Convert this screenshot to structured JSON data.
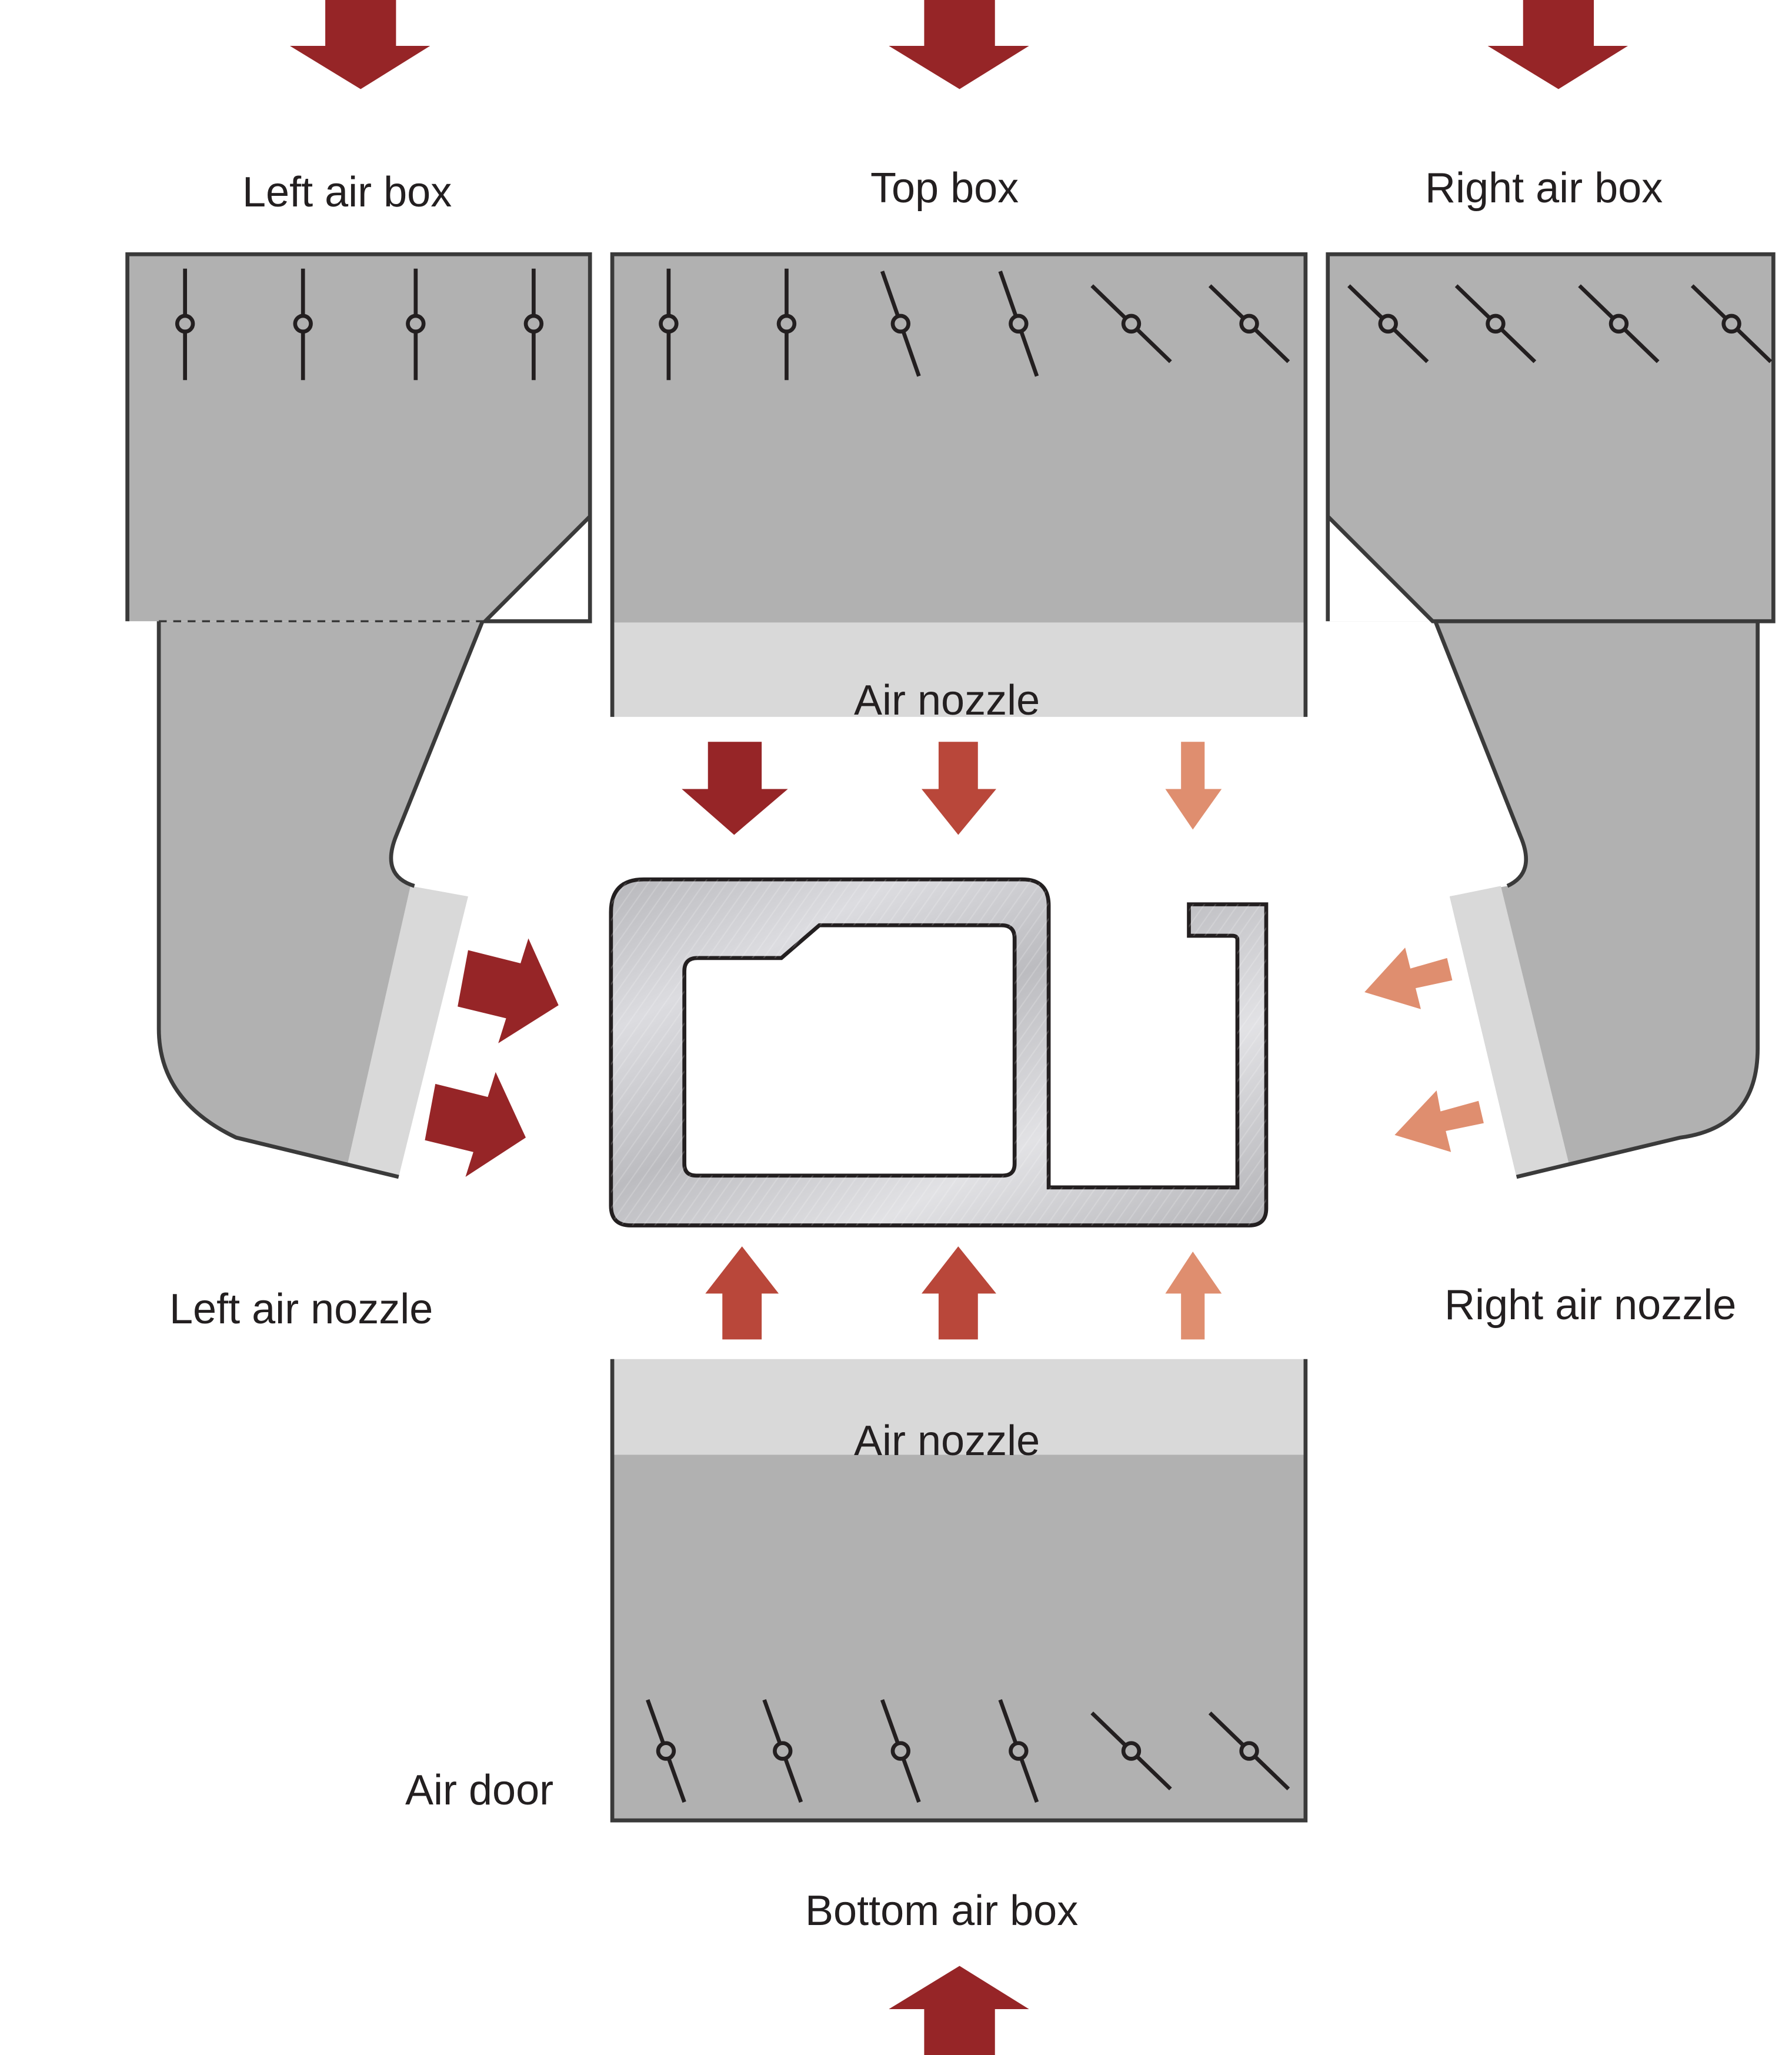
{
  "labels": {
    "left_air_box": "Left air box",
    "top_box": "Top box",
    "right_air_box": "Right air box",
    "air_nozzle_top": "Air nozzle",
    "left_air_nozzle": "Left air nozzle",
    "right_air_nozzle": "Right air nozzle",
    "air_nozzle_bottom": "Air nozzle",
    "air_door": "Air door",
    "bottom_air_box": "Bottom air box"
  },
  "colors": {
    "box_gray": "#b1b1b1",
    "nozzle_light_gray": "#d9d9d9",
    "outline": "#3a3a3a",
    "arrow_dark_red": "#962527",
    "arrow_medium_red": "#b9473a",
    "arrow_light_salmon": "#df8e6f",
    "profile_metal": "#c9c9cd"
  }
}
